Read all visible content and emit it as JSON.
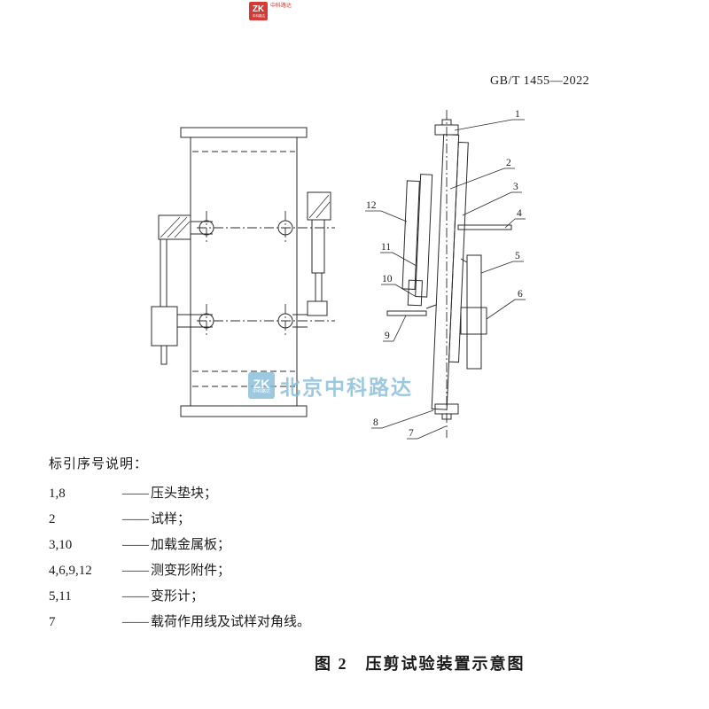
{
  "page": {
    "header_code": "GB/T 1455—2022",
    "caption": "图 2　压剪试验装置示意图"
  },
  "stamp": {
    "logo": "ZK",
    "logo_sub": "中科路达",
    "side_text": "中科路达"
  },
  "watermark": {
    "logo": "ZK",
    "logo_sub": "中科路达",
    "text": "北京中科路达",
    "color": "#84bbd9"
  },
  "legend": {
    "title": "标引序号说明：",
    "items": [
      {
        "id": "1,8",
        "dash": "——",
        "desc": "压头垫块；"
      },
      {
        "id": "2",
        "dash": "——",
        "desc": "试样；"
      },
      {
        "id": "3,10",
        "dash": "——",
        "desc": "加载金属板；"
      },
      {
        "id": "4,6,9,12",
        "dash": "——",
        "desc": "测变形附件；"
      },
      {
        "id": "5,11",
        "dash": "——",
        "desc": "变形计；"
      },
      {
        "id": "7",
        "dash": "——",
        "desc": "载荷作用线及试样对角线。"
      }
    ]
  },
  "figure": {
    "callouts": [
      "1",
      "2",
      "3",
      "4",
      "5",
      "6",
      "7",
      "8",
      "9",
      "10",
      "11",
      "12"
    ]
  }
}
